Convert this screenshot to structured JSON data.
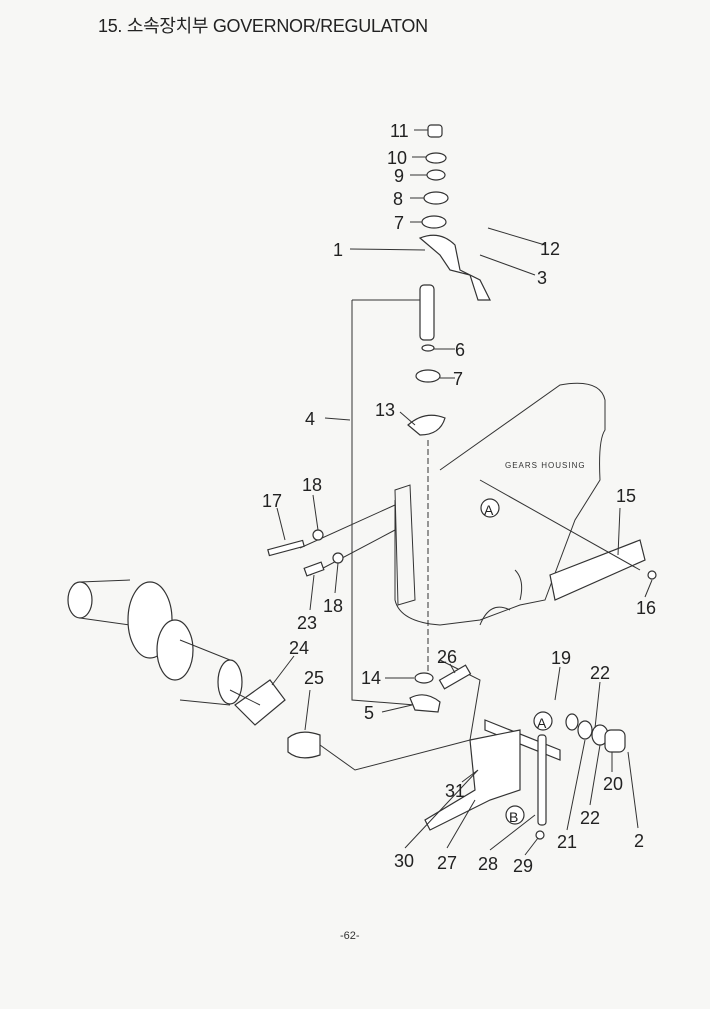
{
  "header": {
    "title": "15. 소속장치부 GOVERNOR/REGULATON"
  },
  "diagram": {
    "housing_label": "GEARS HOUSING",
    "reference_marks": [
      "A",
      "A",
      "B"
    ],
    "part_numbers": [
      "11",
      "10",
      "9",
      "8",
      "7",
      "1",
      "12",
      "3",
      "6",
      "7",
      "13",
      "4",
      "18",
      "17",
      "15",
      "16",
      "18",
      "23",
      "24",
      "25",
      "26",
      "19",
      "22",
      "14",
      "5",
      "31",
      "20",
      "22",
      "21",
      "2",
      "30",
      "27",
      "28",
      "29"
    ]
  },
  "footer": {
    "page": "-62-"
  }
}
